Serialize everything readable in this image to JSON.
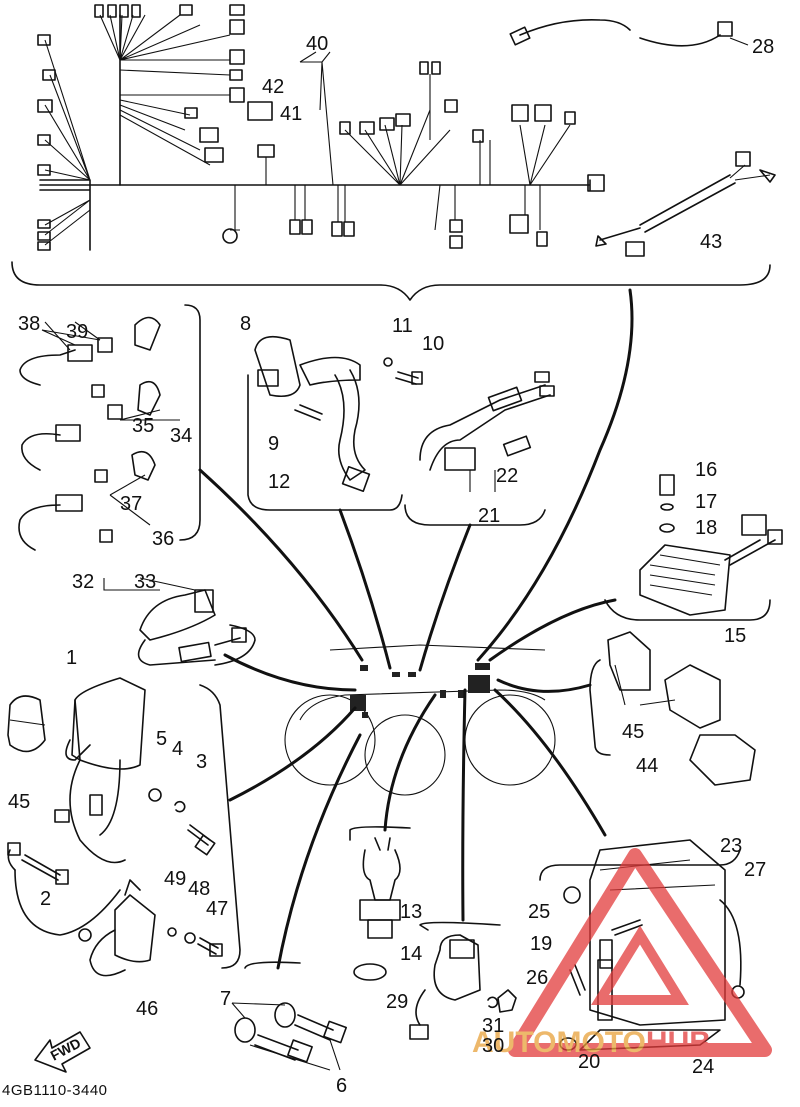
{
  "diagram": {
    "drawing_code": "4GB1110-3440",
    "fwd_label": "FWD",
    "callouts": [
      {
        "id": "c40",
        "text": "40"
      },
      {
        "id": "c42",
        "text": "42"
      },
      {
        "id": "c41",
        "text": "41"
      },
      {
        "id": "c28",
        "text": "28"
      },
      {
        "id": "c43",
        "text": "43"
      },
      {
        "id": "c38",
        "text": "38"
      },
      {
        "id": "c39",
        "text": "39"
      },
      {
        "id": "c35",
        "text": "35"
      },
      {
        "id": "c34",
        "text": "34"
      },
      {
        "id": "c37",
        "text": "37"
      },
      {
        "id": "c36",
        "text": "36"
      },
      {
        "id": "c8",
        "text": "8"
      },
      {
        "id": "c11",
        "text": "11"
      },
      {
        "id": "c10",
        "text": "10"
      },
      {
        "id": "c9",
        "text": "9"
      },
      {
        "id": "c12",
        "text": "12"
      },
      {
        "id": "c22",
        "text": "22"
      },
      {
        "id": "c21",
        "text": "21"
      },
      {
        "id": "c16",
        "text": "16"
      },
      {
        "id": "c17",
        "text": "17"
      },
      {
        "id": "c18",
        "text": "18"
      },
      {
        "id": "c15",
        "text": "15"
      },
      {
        "id": "c32",
        "text": "32"
      },
      {
        "id": "c33",
        "text": "33"
      },
      {
        "id": "c1",
        "text": "1"
      },
      {
        "id": "c5",
        "text": "5"
      },
      {
        "id": "c4",
        "text": "4"
      },
      {
        "id": "c3",
        "text": "3"
      },
      {
        "id": "c45a",
        "text": "45"
      },
      {
        "id": "c2",
        "text": "2"
      },
      {
        "id": "c49",
        "text": "49"
      },
      {
        "id": "c48",
        "text": "48"
      },
      {
        "id": "c47",
        "text": "47"
      },
      {
        "id": "c46",
        "text": "46"
      },
      {
        "id": "c45b",
        "text": "45"
      },
      {
        "id": "c44",
        "text": "44"
      },
      {
        "id": "c13",
        "text": "13"
      },
      {
        "id": "c14",
        "text": "14"
      },
      {
        "id": "c29",
        "text": "29"
      },
      {
        "id": "c31",
        "text": "31"
      },
      {
        "id": "c30",
        "text": "30"
      },
      {
        "id": "c7",
        "text": "7"
      },
      {
        "id": "c6",
        "text": "6"
      },
      {
        "id": "c23",
        "text": "23"
      },
      {
        "id": "c27",
        "text": "27"
      },
      {
        "id": "c25",
        "text": "25"
      },
      {
        "id": "c19",
        "text": "19"
      },
      {
        "id": "c26",
        "text": "26"
      },
      {
        "id": "c20",
        "text": "20"
      },
      {
        "id": "c24",
        "text": "24"
      }
    ]
  },
  "watermark": {
    "text_part1": "AUTO",
    "text_part2": "MOTO",
    "text_part3": "HUB",
    "color_primary": "#e8a13a",
    "color_secondary": "#e23b3b"
  },
  "colors": {
    "ink": "#111111",
    "paper": "#ffffff"
  }
}
